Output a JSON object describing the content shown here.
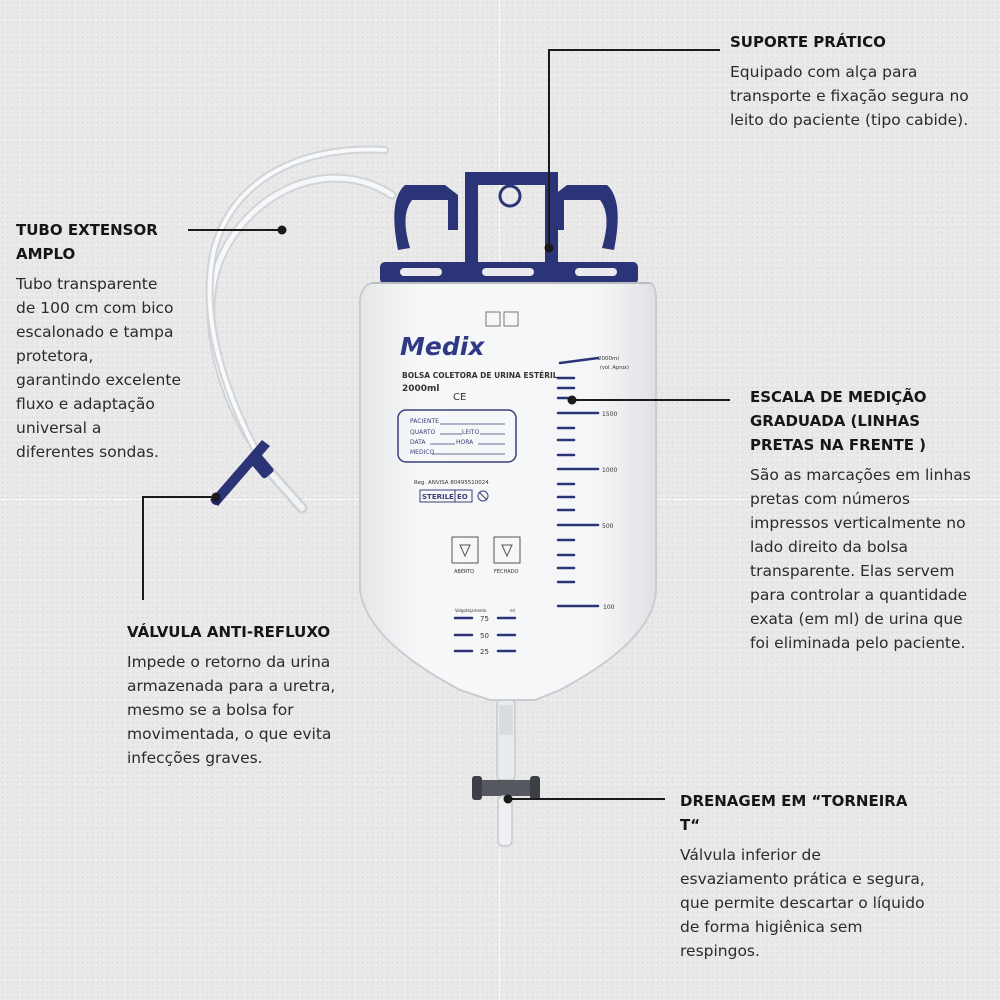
{
  "callouts": {
    "support": {
      "title": "SUPORTE PRÁTICO",
      "body": "Equipado com alça para transporte e fixação segura no leito do paciente (tipo cabide)."
    },
    "tube": {
      "title": "TUBO EXTENSOR AMPLO",
      "body": "Tubo transparente de 100 cm com bico escalonado e tampa protetora, garantindo excelente fluxo e adaptação universal a diferentes sondas."
    },
    "scale": {
      "title": "ESCALA DE MEDIÇÃO GRADUADA (LINHAS PRETAS NA FRENTE )",
      "body": "São as marcações em linhas pretas com números impressos verticalmente no lado direito da bolsa transparente. Elas servem para controlar a quantidade exata (em ml) de urina que foi eliminada pelo paciente."
    },
    "valve": {
      "title": "VÁLVULA ANTI-REFLUXO",
      "body": "Impede o retorno da urina armazenada para a uretra, mesmo se a bolsa for movimentada, o que evita infecções graves."
    },
    "drain": {
      "title": "DRENAGEM EM “TORNEIRA T“",
      "body": "Válvula inferior de esvaziamento prática e segura, que permite descartar o líquido de forma higiênica sem respingos."
    }
  },
  "bag_label": {
    "brand": "Medix",
    "product": "BOLSA COLETORA DE URINA ESTÉRIL",
    "volume": "2000ml",
    "ce_mark": "CE",
    "fields": [
      "PACIENTE",
      "QUARTO",
      "LEITO",
      "DATA",
      "HORA",
      "MEDICO"
    ],
    "registration": "Reg. ANVISA 80495510024",
    "sterile": "STERILE",
    "sterile_method": "EO",
    "valve_open": "ABERTO",
    "valve_closed": "FECHADO"
  },
  "scale": {
    "top_label": "2000ml",
    "top_note": "(vol. Aprox)",
    "marks": [
      "1500",
      "1000",
      "500",
      "100"
    ],
    "small_header": "Volgotejamento",
    "small_unit": "ml",
    "small_marks": [
      "75",
      "50",
      "25"
    ]
  },
  "colors": {
    "navy": "#27306f",
    "bag": "#f4f5f6",
    "text": "#1a1a1a"
  }
}
